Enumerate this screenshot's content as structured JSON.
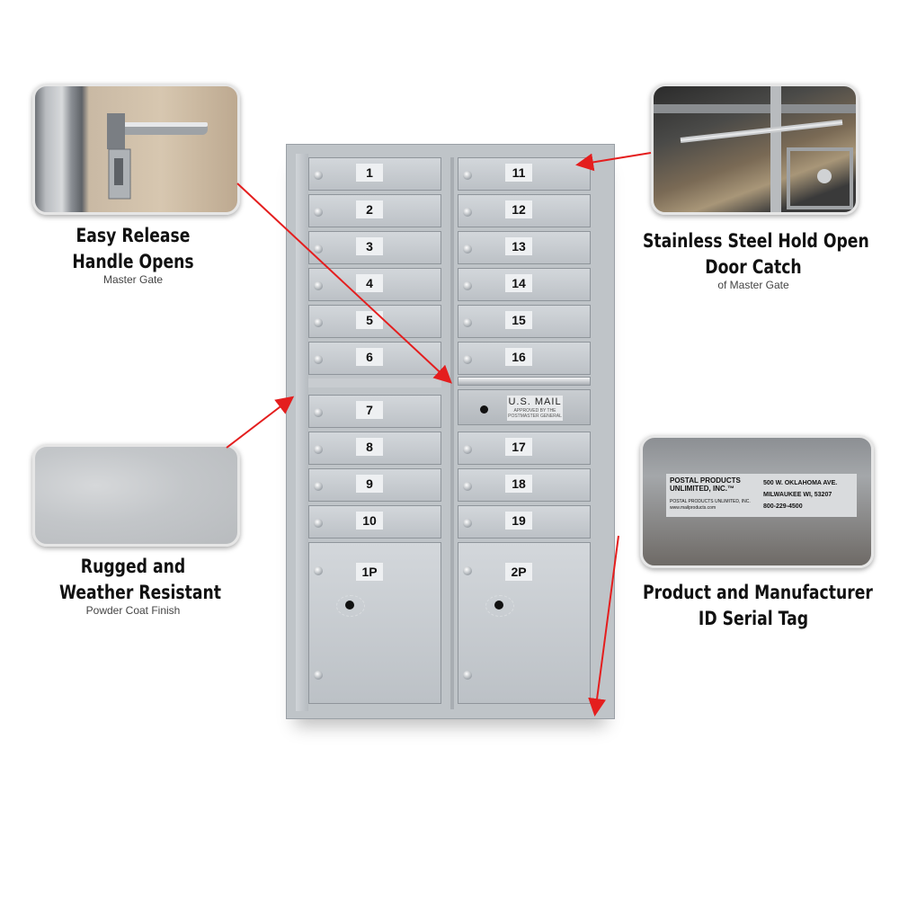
{
  "callouts": {
    "handle": {
      "title_line1": "Easy Release",
      "title_line2": "Handle Opens",
      "subtitle": "Master Gate"
    },
    "catch": {
      "title_line1": "Stainless Steel Hold Open",
      "title_line2": "Door Catch",
      "subtitle": "of Master Gate"
    },
    "finish": {
      "title_line1": "Rugged and",
      "title_line2": "Weather Resistant",
      "subtitle": "Powder Coat Finish"
    },
    "tag": {
      "title_line1": "Product and Manufacturer",
      "title_line2": "ID Serial Tag"
    }
  },
  "serial_tag": {
    "brand_line1": "POSTAL PRODUCTS",
    "brand_line2": "UNLIMITED, INC.™",
    "brand_line3": "POSTAL PRODUCTS UNLIMITED, INC.",
    "website": "www.mailproducts.com",
    "address_line1": "500 W. OKLAHOMA AVE.",
    "address_line2": "MILWAUKEE WI, 53207",
    "phone": "800-229-4500"
  },
  "mailbox": {
    "left_doors": [
      "1",
      "2",
      "3",
      "4",
      "5",
      "6",
      "7",
      "8",
      "9",
      "10"
    ],
    "right_doors": [
      "11",
      "12",
      "13",
      "14",
      "15",
      "16",
      "17",
      "18",
      "19"
    ],
    "parcel_doors": [
      "1P",
      "2P"
    ],
    "us_mail": {
      "label": "U.S. MAIL",
      "fine_print_line1": "APPROVED BY THE",
      "fine_print_line2": "POSTMASTER GENERAL"
    }
  },
  "colors": {
    "arrow": "#e41e1e",
    "steel": "#c4c9ce"
  }
}
